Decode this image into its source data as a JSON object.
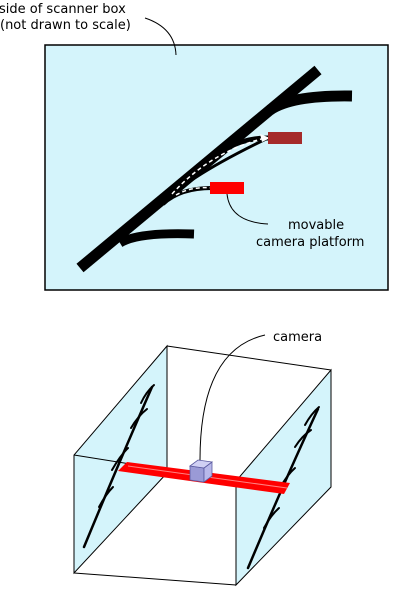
{
  "labels": {
    "box_side_line1": "side of scanner box",
    "box_side_line2": "(not drawn to scale)",
    "platform_line1": "movable",
    "platform_line2": "camera platform",
    "camera": "camera"
  },
  "colors": {
    "panel_fill": "#d4f4fb",
    "rail_red": "#ff0000",
    "platform_dark_red": "#a52a2a",
    "camera_blue": "#9a9ad6",
    "track_black": "#000000"
  }
}
